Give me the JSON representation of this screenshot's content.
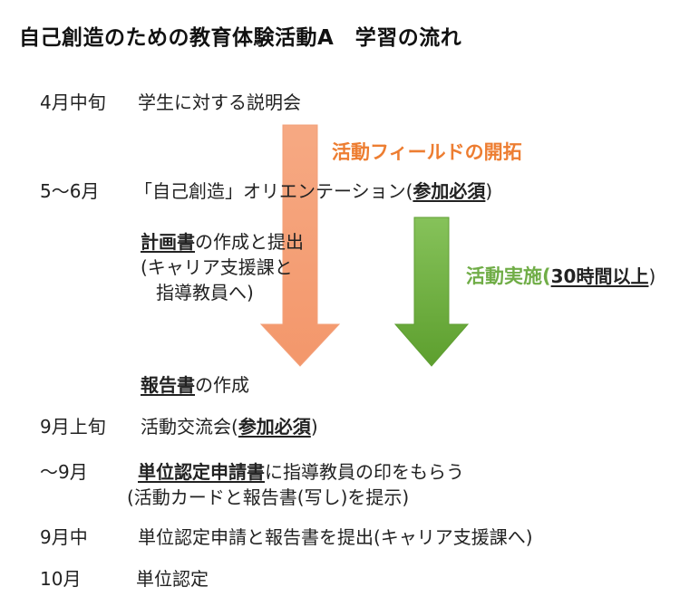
{
  "title": "自己創造のための教育体験活動A　学習の流れ",
  "rows": {
    "r1": {
      "when": "4月中旬",
      "text": "学生に対する説明会"
    },
    "r2": {
      "when": "5～6月",
      "pre": "「自己創造」オリエンテーション(",
      "bold": "参加必須",
      "post": ")"
    },
    "plan": {
      "bold": "計画書",
      "rest": "の作成と提出",
      "line2": "(キャリア支援課と",
      "line3": "指導教員へ)"
    },
    "report": {
      "bold": "報告書",
      "rest": "の作成"
    },
    "r4": {
      "when": "9月上旬",
      "pre": "活動交流会(",
      "bold": "参加必須",
      "post": ")"
    },
    "r5": {
      "when": "～9月",
      "bold": "単位認定申請書",
      "rest": "に指導教員の印をもらう",
      "line2": "(活動カードと報告書(写し)を提示)"
    },
    "r6": {
      "when": "9月中",
      "text": "単位認定申請と報告書を提出(キャリア支援課へ)"
    },
    "r7": {
      "when": "10月",
      "text": "単位認定"
    }
  },
  "labels": {
    "orange": "活動フィールドの開拓",
    "green_pre": "活動実施(",
    "green_bold": "30時間以上",
    "green_post": ")"
  },
  "colors": {
    "orange_arrow": "#f4a37c",
    "orange_text": "#ed7d31",
    "green_arrow": "#6aae3a",
    "green_text": "#70ad47"
  }
}
